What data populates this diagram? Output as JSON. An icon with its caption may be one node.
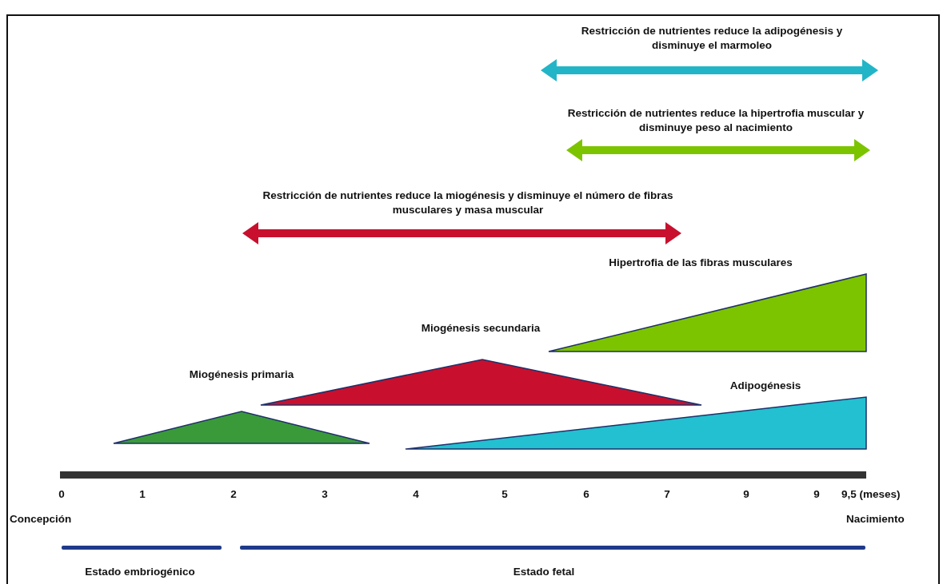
{
  "diagram": {
    "nodes": [
      {
        "text": [
          "Miogénesis primaria"
        ]
      },
      {
        "text": [
          "Miogénesis secundaria"
        ]
      },
      {
        "text": [
          "Hipertrofia de las fibras musculares"
        ]
      },
      {
        "text": [
          "Adipogénesis"
        ]
      }
    ],
    "labels": [
      "Restricción de nutrientes reduce la adipogénesis y disminuye el marmoleo",
      "Restricción de nutrientes reduce la hipertrofia muscular  y disminuye peso al nacimiento",
      "Restricción de nutrientes reduce la miogénesis y disminuye el número de fibras musculares y masa muscular",
      "0",
      "1",
      "2",
      "3",
      "4",
      "5",
      "6",
      "7",
      "9",
      "9",
      "9,5 (meses)",
      "Concepción",
      "Nacimiento",
      "Estado embriogénico",
      "Estado fetal"
    ]
  }
}
